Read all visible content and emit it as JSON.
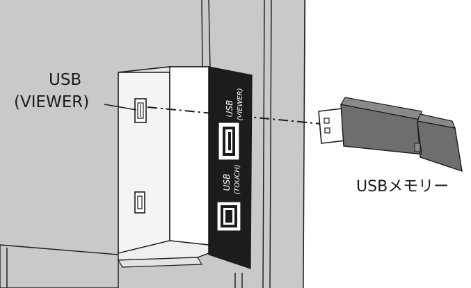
{
  "labels": {
    "usb_viewer_line1": "USB",
    "usb_viewer_line2": "(VIEWER)",
    "usb_memory": "USBメモリー"
  },
  "panel_labels": {
    "usb_viewer": "USB",
    "usb_viewer_sub": "(VIEWER)",
    "usb_touch": "USB",
    "usb_touch_sub": "(TOUCH)"
  },
  "colors": {
    "display_body": "#c9c9c9",
    "panel_face": "#f4f4f4",
    "terminal_strip": "#1c1c1c",
    "usb_stick": "#6e6e6e",
    "line": "#1a1a1a"
  }
}
